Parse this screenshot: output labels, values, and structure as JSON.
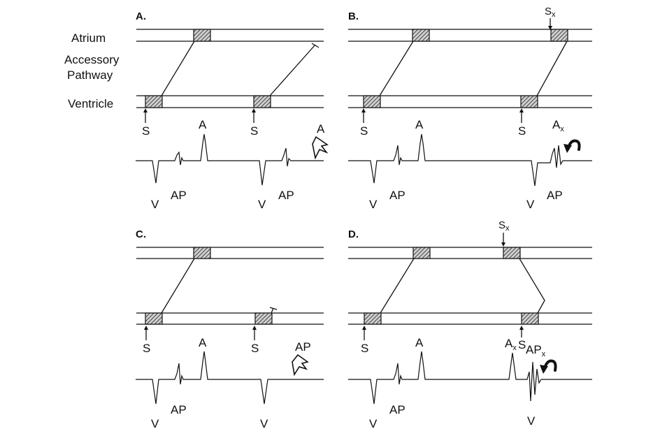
{
  "row_labels": {
    "atrium": "Atrium",
    "accessory_line1": "Accessory",
    "accessory_line2": "Pathway",
    "ventricle": "Ventricle"
  },
  "panels": [
    {
      "letter": "A.",
      "s1": "S",
      "s2": "S",
      "wave": {
        "v1": "V",
        "ap1": "AP",
        "a": "A",
        "v2": "V",
        "ap2": "AP"
      },
      "arrow_label": "A",
      "arrow_icon": "hollow-zigzag-arrow-icon"
    },
    {
      "letter": "B.",
      "s1": "S",
      "s2": "S",
      "sx": {
        "main": "S",
        "sub": "x"
      },
      "wave": {
        "v1": "V",
        "ap1": "AP",
        "a": "A",
        "v2": "V",
        "ap2": "AP"
      },
      "ax": {
        "main": "A",
        "sub": "x"
      },
      "arrow_icon": "curved-return-arrow-icon"
    },
    {
      "letter": "C.",
      "s1": "S",
      "s2": "S",
      "wave": {
        "v1": "V",
        "ap1": "AP",
        "a": "A",
        "v2": "V"
      },
      "arrow_label": "AP",
      "arrow_icon": "hollow-zigzag-arrow-icon"
    },
    {
      "letter": "D.",
      "s1": "S",
      "s2": "S",
      "sx": {
        "main": "S",
        "sub": "x"
      },
      "wave": {
        "v1": "V",
        "ap1": "AP",
        "a": "A",
        "v2": "V"
      },
      "ax": {
        "main": "A",
        "sub": "x"
      },
      "apx": {
        "main": "AP",
        "sub": "x"
      },
      "arrow_icon": "curved-return-arrow-icon"
    }
  ]
}
